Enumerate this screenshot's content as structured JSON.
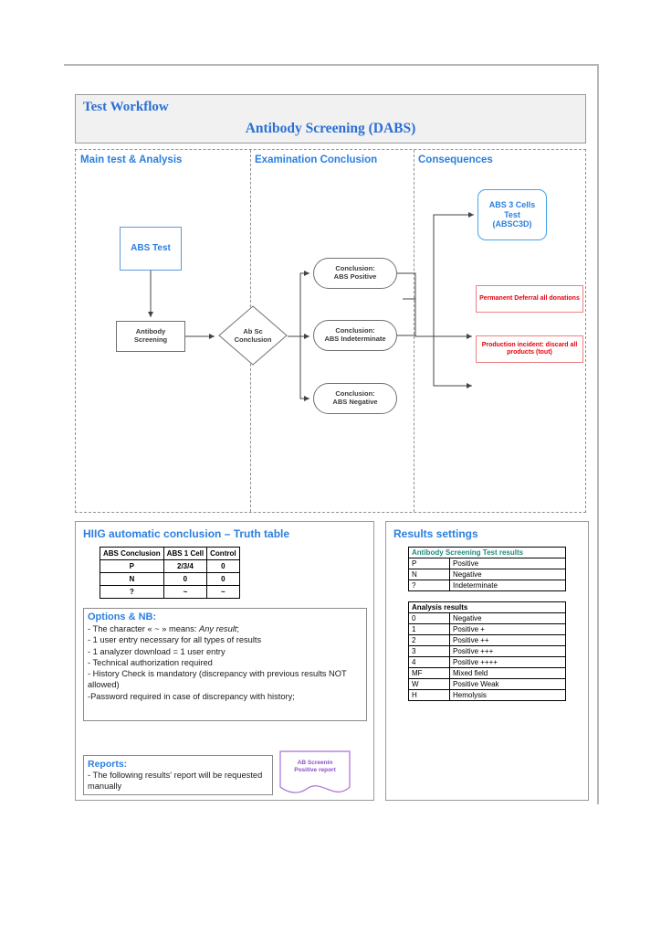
{
  "header": {
    "title_main": "Test Workflow",
    "title_sub": "Antibody Screening (DABS)"
  },
  "workflow": {
    "lanes": [
      {
        "label": "Main test & Analysis"
      },
      {
        "label": "Examination Conclusion"
      },
      {
        "label": "Consequences"
      }
    ],
    "nodes": {
      "abs_test": "ABS Test",
      "antibody_screening_l1": "Antibody",
      "antibody_screening_l2": "Screening",
      "decision_l1": "Ab Sc",
      "decision_l2": "Conclusion",
      "conclusion_positive_l1": "Conclusion:",
      "conclusion_positive_l2": "ABS Positive",
      "conclusion_indeterminate_l1": "Conclusion:",
      "conclusion_indeterminate_l2": "ABS Indeterminate",
      "conclusion_negative_l1": "Conclusion:",
      "conclusion_negative_l2": "ABS Negative",
      "absc3d_l1": "ABS 3 Cells",
      "absc3d_l2": "Test",
      "absc3d_l3": "(ABSC3D)",
      "permanent_deferral": "Permanent Deferral all donations",
      "production_incident": "Production incident: discard all products (tout)"
    }
  },
  "truth_panel": {
    "title": "HIIG automatic conclusion – Truth table",
    "table": {
      "headers": [
        "ABS Conclusion",
        "ABS 1 Cell",
        "Control"
      ],
      "rows": [
        [
          "P",
          "2/3/4",
          "0"
        ],
        [
          "N",
          "0",
          "0"
        ],
        [
          "?",
          "~",
          "~"
        ]
      ]
    },
    "options": {
      "title": "Options & NB:",
      "lines": [
        "- The character « ~ » means: Any result;",
        "- 1 user entry necessary for all types of results",
        "- 1 analyzer download = 1 user entry",
        "- Technical authorization required",
        "- History Check is mandatory (discrepancy with previous results NOT allowed)",
        "-Password required in case of discrepancy with history;"
      ],
      "italic_fragment": "Any result"
    },
    "reports": {
      "title": "Reports:",
      "line": "- The following results' report will be requested manually",
      "doc_label_l1": "AB Screenin",
      "doc_label_l2": "Positive report"
    }
  },
  "results_panel": {
    "title": "Results settings",
    "table1": {
      "header": "Antibody Screening Test results",
      "rows": [
        [
          "P",
          "Positive"
        ],
        [
          "N",
          "Negative"
        ],
        [
          "?",
          "Indeterminate"
        ]
      ]
    },
    "table2": {
      "header": "Analysis results",
      "rows": [
        [
          "0",
          "Negative"
        ],
        [
          "1",
          "Positive +"
        ],
        [
          "2",
          "Positive ++"
        ],
        [
          "3",
          "Positive +++"
        ],
        [
          "4",
          "Positive ++++"
        ],
        [
          "MF",
          "Mixed field"
        ],
        [
          "W",
          "Positive Weak"
        ],
        [
          "H",
          "Hemolysis"
        ]
      ]
    }
  },
  "colors": {
    "accent_blue": "#2b7fe0",
    "title_blue": "#2b6fd4",
    "red_alert": "#e8000d",
    "red_border": "#f08080",
    "teal": "#1f8b7d",
    "purple": "#8b4fc9",
    "node_border": "#707070",
    "banner_bg": "#f1f1f1"
  }
}
